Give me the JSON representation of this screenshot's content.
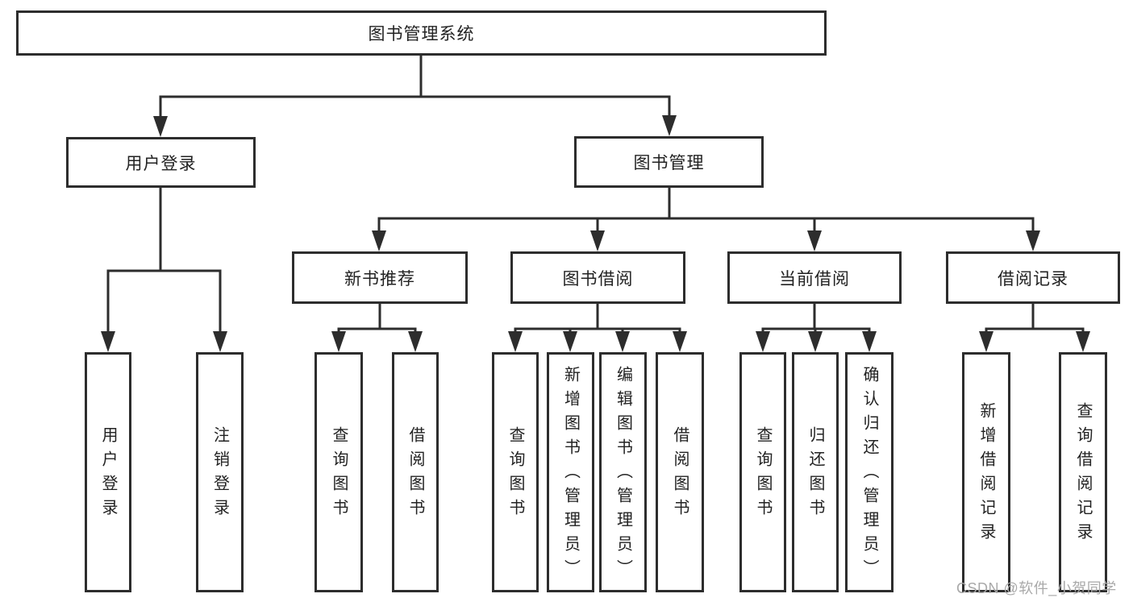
{
  "diagram_title": "图书管理系统",
  "tree": {
    "label": "图书管理系统",
    "children": [
      {
        "label": "用户登录",
        "children": [
          {
            "label": "用户登录"
          },
          {
            "label": "注销登录"
          }
        ]
      },
      {
        "label": "图书管理",
        "children": [
          {
            "label": "新书推荐",
            "children": [
              {
                "label": "查询图书"
              },
              {
                "label": "借阅图书"
              }
            ]
          },
          {
            "label": "图书借阅",
            "children": [
              {
                "label": "查询图书"
              },
              {
                "label": "新增图书（管理员）"
              },
              {
                "label": "编辑图书（管理员）"
              },
              {
                "label": "借阅图书"
              }
            ]
          },
          {
            "label": "当前借阅",
            "children": [
              {
                "label": "查询图书"
              },
              {
                "label": "归还图书"
              },
              {
                "label": "确认归还（管理员）"
              }
            ]
          },
          {
            "label": "借阅记录",
            "children": [
              {
                "label": "新增借阅记录"
              },
              {
                "label": "查询借阅记录"
              }
            ]
          }
        ]
      }
    ]
  },
  "watermark": {
    "text": "CSDN @软件_小贺同学"
  },
  "colors": {
    "line": "#2d2d2d",
    "text": "#222222",
    "background": "#ffffff",
    "watermark_text": "#a9a9a9"
  }
}
